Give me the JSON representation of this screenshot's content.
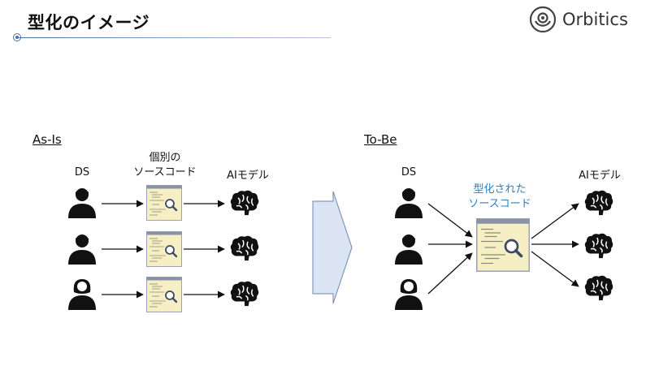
{
  "slide": {
    "title": "型化のイメージ",
    "logo_text": "Orbitics"
  },
  "as_is": {
    "label": "As-Is",
    "ds_label": "DS",
    "code_label_line1": "個別の",
    "code_label_line2": "ソースコード",
    "model_label": "AIモデル"
  },
  "to_be": {
    "label": "To-Be",
    "ds_label": "DS",
    "code_label_line1": "型化された",
    "code_label_line2": "ソースコード",
    "model_label": "AIモデル"
  },
  "colors": {
    "accent": "#2f7fc1",
    "code_bg": "#f6efc4",
    "code_frame": "#9aa3b4",
    "arrow_fill": "#dbe4f3",
    "arrow_stroke": "#6f86b0"
  },
  "icons": [
    "person-icon",
    "code-window-icon",
    "magnifier-icon",
    "brain-icon",
    "process-arrow-icon"
  ]
}
